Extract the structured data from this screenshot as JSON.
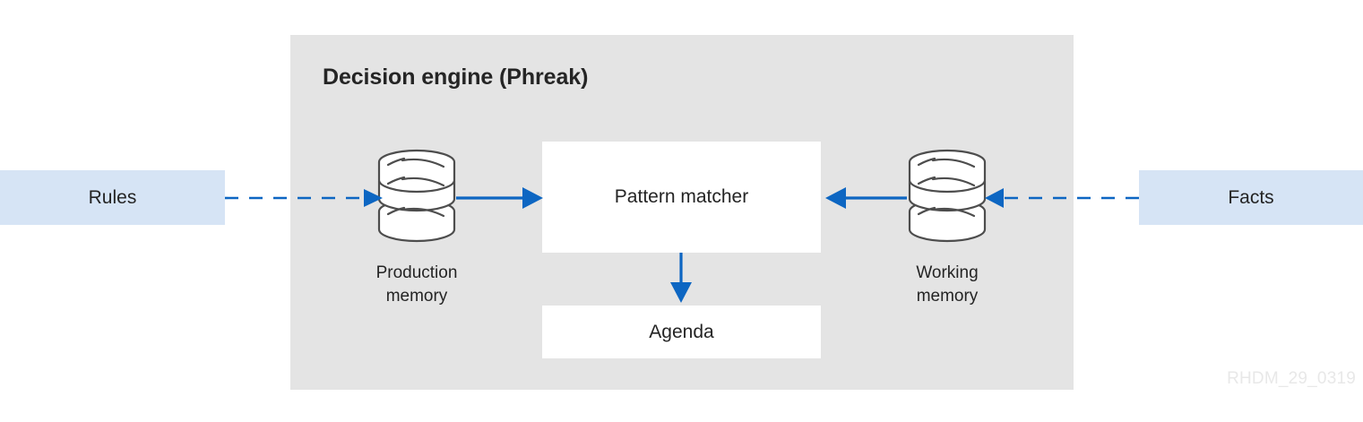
{
  "diagram": {
    "panel": {
      "title": "Decision engine (Phreak)",
      "background_color": "#e4e4e4"
    },
    "io_boxes": [
      {
        "name": "rules",
        "label": "Rules",
        "color": "#d6e4f5"
      },
      {
        "name": "facts",
        "label": "Facts",
        "color": "#d6e4f5"
      }
    ],
    "nodes": [
      {
        "name": "pattern-matcher",
        "label": "Pattern matcher",
        "color": "#ffffff"
      },
      {
        "name": "agenda",
        "label": "Agenda",
        "color": "#ffffff"
      }
    ],
    "stores": [
      {
        "name": "production-memory",
        "label": "Production\nmemory",
        "line1": "Production",
        "line2": "memory",
        "icon": "database-cylinder-icon"
      },
      {
        "name": "working-memory",
        "label": "Working\nmemory",
        "line1": "Working",
        "line2": "memory",
        "icon": "database-cylinder-icon"
      }
    ],
    "connectors": [
      {
        "name": "rules-to-production-memory",
        "style": "dashed",
        "direction": "right",
        "color": "#0d66c2"
      },
      {
        "name": "production-memory-to-pattern-matcher",
        "style": "solid",
        "direction": "right",
        "color": "#0d66c2"
      },
      {
        "name": "working-memory-to-pattern-matcher",
        "style": "solid",
        "direction": "left",
        "color": "#0d66c2"
      },
      {
        "name": "facts-to-working-memory",
        "style": "dashed",
        "direction": "left",
        "color": "#0d66c2"
      },
      {
        "name": "pattern-matcher-to-agenda",
        "style": "solid",
        "direction": "down",
        "color": "#0d66c2"
      }
    ],
    "watermark": "RHDM_29_0319"
  }
}
